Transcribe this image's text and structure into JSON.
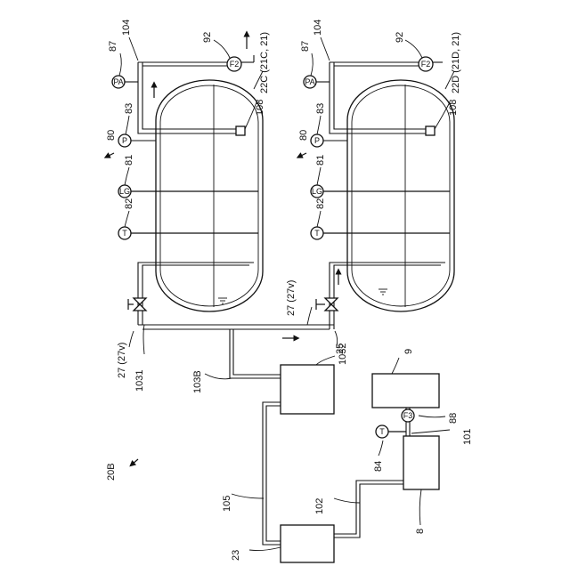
{
  "figure": {
    "system_ref": "20B",
    "tank_c_ref": "22C (21C, 21)",
    "tank_d_ref": "22D (21D, 21)",
    "instrument_group_ref": "80",
    "pa_ref": "87",
    "pipe_top_ref": "104",
    "f2_ref": "92",
    "p_ref": "83",
    "lg_ref": "81",
    "t_ref": "82",
    "inner_ref": "108",
    "valve_c_ref": "27 (27v)",
    "valve_d_ref": "27 (27v)",
    "pipe_valve_c_ref": "1031",
    "pipe_valve_d_ref": "1032",
    "pipe_main_ref": "103B",
    "box_25_ref": "25",
    "box_9_ref": "9",
    "f3_ref": "88",
    "t_low_ref": "84",
    "pipe_f3_ref": "101",
    "pipe_105_ref": "105",
    "pipe_102_ref": "102",
    "box_8_ref": "8",
    "box_23_ref": "23",
    "inst_pa": "PA",
    "inst_p": "P",
    "inst_lg": "LG",
    "inst_t": "T",
    "inst_f2": "F2",
    "inst_f3": "F3"
  }
}
